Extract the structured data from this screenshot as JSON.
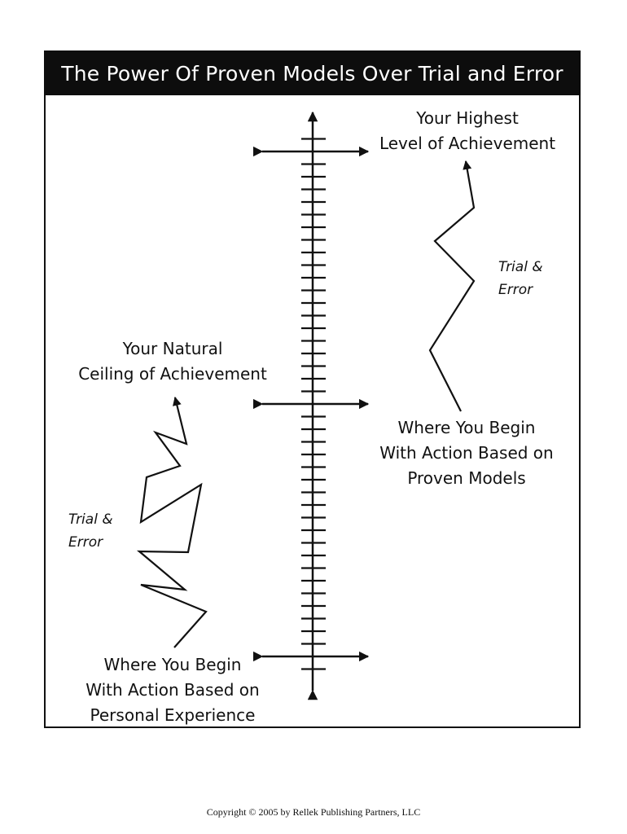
{
  "title": "The Power Of Proven Models Over Trial and Error",
  "labels": {
    "highest": [
      "Your Highest",
      "Level of Achievement"
    ],
    "ceiling": [
      "Your Natural",
      "Ceiling of Achievement"
    ],
    "proven": [
      "Where You Begin",
      "With Action Based on",
      "Proven Models"
    ],
    "personal": [
      "Where You Begin",
      "With Action Based on",
      "Personal Experience"
    ],
    "trial_right": [
      "Trial &",
      "Error"
    ],
    "trial_left": [
      "Trial &",
      "Error"
    ]
  },
  "copyright": "Copyright © 2005 by Rellek Publishing Partners, LLC"
}
